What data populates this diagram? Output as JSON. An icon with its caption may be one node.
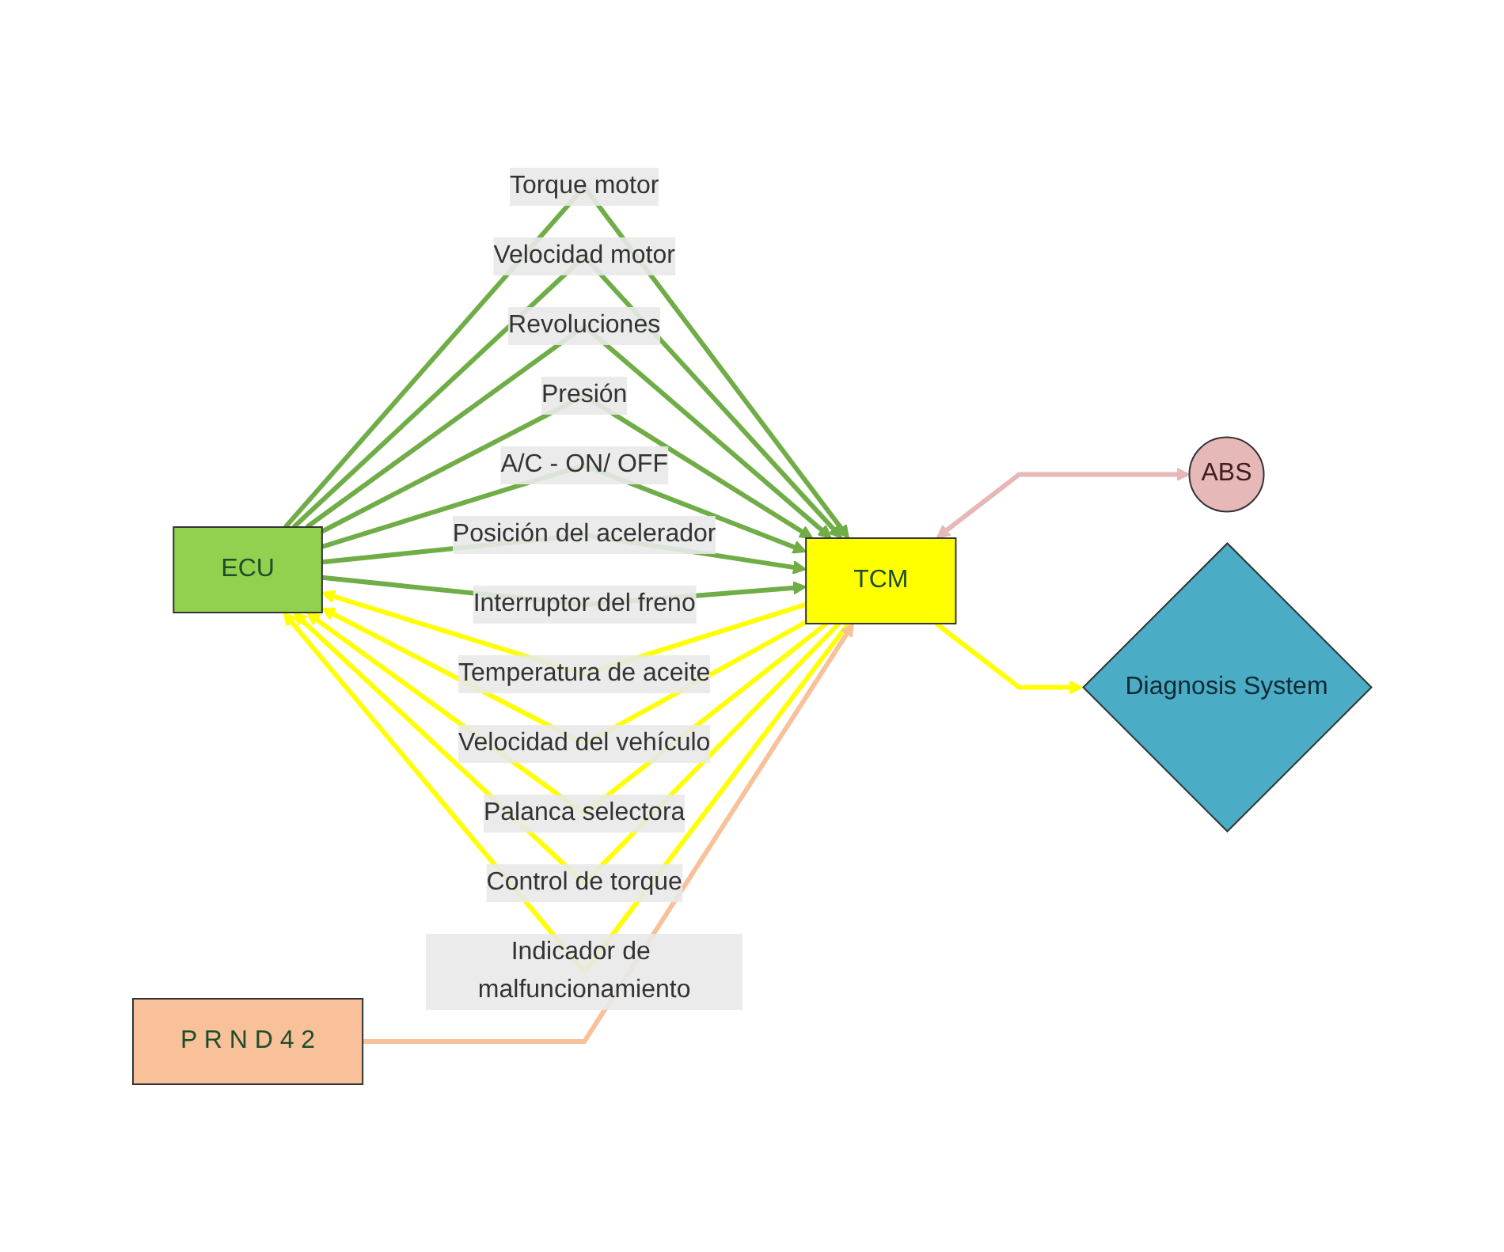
{
  "diagram": {
    "nodes": [
      {
        "text": [
          "ECU"
        ]
      },
      {
        "text": [
          "TCM"
        ]
      },
      {
        "text": [
          "P R N D 4 2"
        ]
      },
      {
        "text": [
          "ABS"
        ]
      },
      {
        "text": [
          "Diagnosis System"
        ]
      }
    ],
    "edges": [
      {
        "from": 1,
        "to": 0,
        "arrow": "to",
        "label": "Temperatura de aceite",
        "color": "#ffff00"
      },
      {
        "from": 1,
        "to": 0,
        "arrow": "to",
        "label": "Velocidad del vehículo",
        "color": "#ffff00"
      },
      {
        "from": 1,
        "to": 0,
        "arrow": "to",
        "label": "Palanca selectora",
        "color": "#ffff00"
      },
      {
        "from": 1,
        "to": 0,
        "arrow": "to",
        "label": "Control de torque",
        "color": "#ffff00"
      },
      {
        "from": 1,
        "to": 0,
        "arrow": "to",
        "label": "Indicador de malfuncionamiento",
        "color": "#ffff00"
      },
      {
        "from": 0,
        "to": 1,
        "arrow": "to",
        "label": "Torque motor"
      },
      {
        "from": 0,
        "to": 1,
        "arrow": "to",
        "label": "Velocidad motor"
      },
      {
        "from": 0,
        "to": 1,
        "arrow": "to",
        "label": "Revoluciones"
      },
      {
        "from": 0,
        "to": 1,
        "arrow": "to",
        "label": "Presión"
      },
      {
        "from": 0,
        "to": 1,
        "arrow": "to",
        "label": "A/C -  ON/ OFF"
      },
      {
        "from": 0,
        "to": 1,
        "arrow": "to",
        "label": "Posición del acelerador"
      },
      {
        "from": 0,
        "to": 1,
        "arrow": "to",
        "label": "Interruptor del freno"
      },
      {
        "from": 2,
        "to": 1,
        "arrow": "to",
        "color": "#f8c19a"
      },
      {
        "from": 1,
        "to": 3,
        "arrow": "both",
        "color": "#e6b8b7"
      },
      {
        "from": 1,
        "to": 4,
        "arrow": "to",
        "color": "#ffff00"
      }
    ]
  }
}
